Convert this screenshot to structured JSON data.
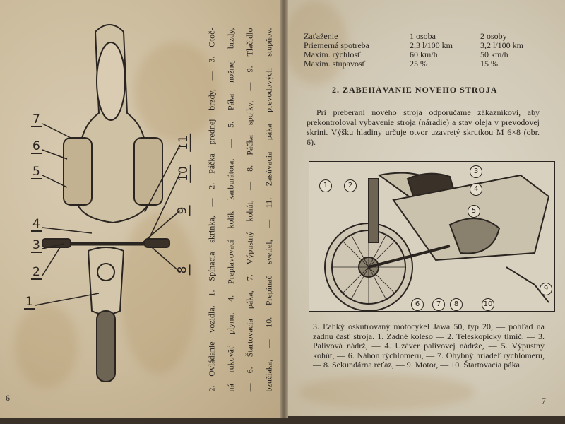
{
  "left_page": {
    "page_number": "6",
    "labels": [
      "1",
      "2",
      "3",
      "4",
      "5",
      "6",
      "7",
      "8",
      "9",
      "10",
      "11"
    ],
    "caption_lines": [
      "2. Ovládanie vozidla. 1. Spínacia skrinka, — 2. Páčka prednej brzdy, — 3. Otoč-",
      "ná rukoväť plynu, 4. Preplavovací kolík karburátora, — 5. Páka nožnej brzdy,",
      "— 6. Štartovacia páka, 7. Výpustný kohút, — 8. Páčka spojky, — 9. Tlačidlo",
      "bzučiaka, — 10. Prepínač svetiel, — 11. Zasúvacia páka prevodových stupňov."
    ]
  },
  "right_page": {
    "page_number": "7",
    "spec_table": [
      [
        "Zaťaženie",
        "1 osoba",
        "2 osoby"
      ],
      [
        "Priemerná spotreba",
        "2,3 l/100 km",
        "3,2 l/100 km"
      ],
      [
        "Maxim. rýchlosť",
        "60 km/h",
        "50 km/h"
      ],
      [
        "Maxim. stúpavosť",
        "25 %",
        "15 %"
      ]
    ],
    "heading": "2. ZABEHÁVANIE NOVÉHO STROJA",
    "paragraph": "Pri preberaní nového stroja odporúčame zákazníkovi, aby prekontroloval vybavenie stroja (náradie) a stav oleja v prevodovej skrini. Výšku hladiny určuje otvor uzavretý skrutkou M 6×8 (obr. 6).",
    "figure_labels": [
      "1",
      "2",
      "3",
      "4",
      "5",
      "6",
      "7",
      "8",
      "9",
      "10"
    ],
    "caption": "3. Ľahký oskútrovaný motocykel Jawa 50, typ 20, — pohľad na zadnú časť stroja. 1. Zadné koleso — 2. Teleskopický tlmič. — 3. Palivová nádrž, — 4. Uzáver palivovej nádrže, — 5. Výpustný kohút, — 6. Náhon rýchlomeru, — 7. Ohybný hriadeľ rýchlomeru, — 8. Sekundárna reťaz, — 9. Motor, — 10. Štartovacia páka."
  }
}
